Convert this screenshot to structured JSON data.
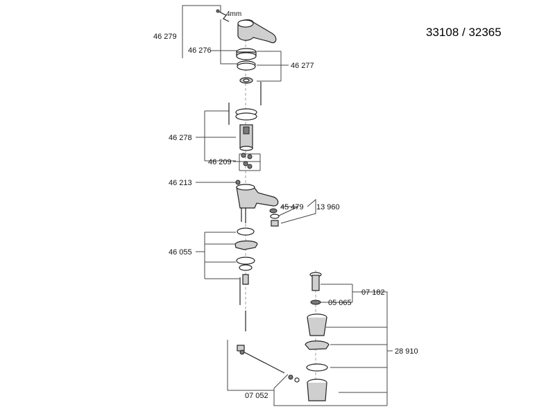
{
  "title": "33108 / 32365",
  "tool_label": "4mm",
  "parts": [
    {
      "id": "p46279",
      "number": "46 279"
    },
    {
      "id": "p46276",
      "number": "46 276"
    },
    {
      "id": "p46277",
      "number": "46 277"
    },
    {
      "id": "p46278",
      "number": "46 278"
    },
    {
      "id": "p46209",
      "number": "46 209"
    },
    {
      "id": "p46213",
      "number": "46 213"
    },
    {
      "id": "p45479",
      "number": "45 479"
    },
    {
      "id": "p13960",
      "number": "13 960"
    },
    {
      "id": "p46055",
      "number": "46 055"
    },
    {
      "id": "p07182",
      "number": "07 182"
    },
    {
      "id": "p05065",
      "number": "05 065"
    },
    {
      "id": "p28910",
      "number": "28 910"
    },
    {
      "id": "p07052",
      "number": "07 052"
    }
  ]
}
